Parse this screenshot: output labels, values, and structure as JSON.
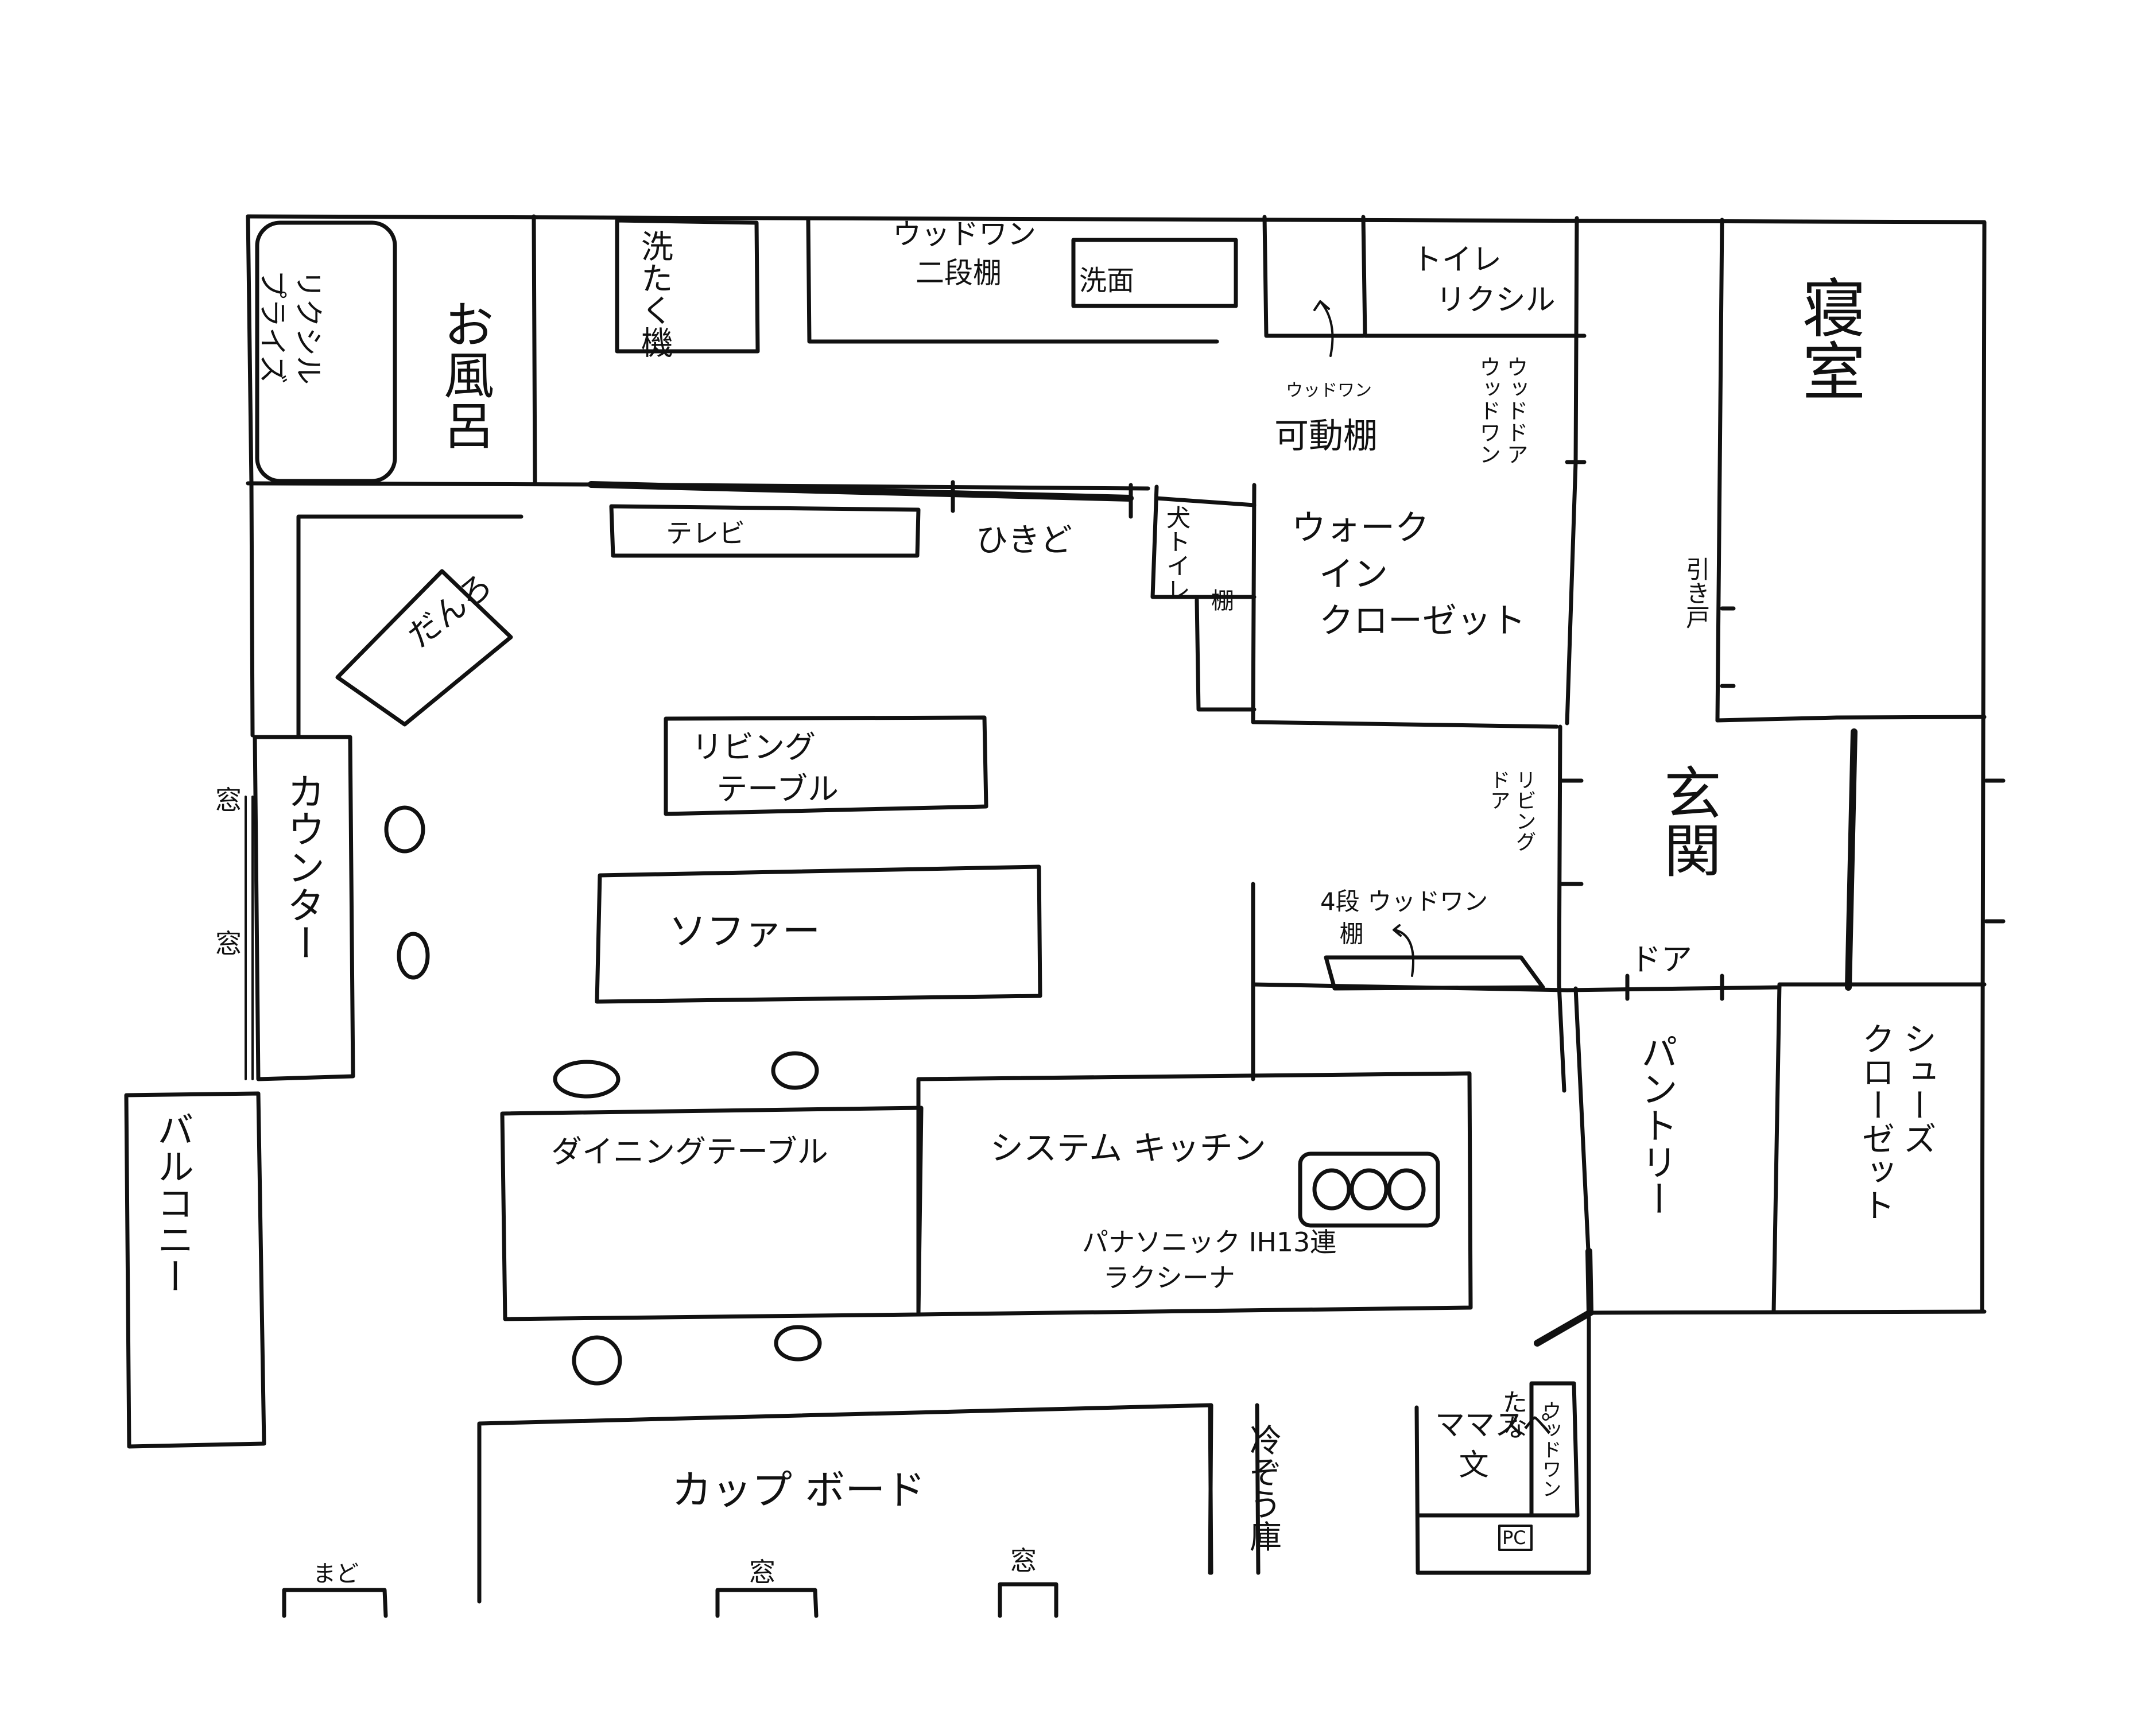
{
  "labels": {
    "lixil_bath": "リクシル\nプライズ",
    "ofuro": "お風呂",
    "sentakuki": "洗たく機",
    "wood_shelf_2": "ウッドワン\n二段棚",
    "senmen": "洗面",
    "toilet": "トイレ\nリクシル",
    "wood_small": "ウッドワン",
    "kado_tana": "可動棚",
    "wood_door_1": "ウッドドア\nウッドワン",
    "shinshitsu": "寝室",
    "tv": "テレビ",
    "hikido_1": "ひきど",
    "inu_toilet": "犬トイレ",
    "tana_1": "棚",
    "walkin": "ウォーク\nイン\nクローゼット",
    "hikido_2": "引き戸",
    "danro": "だんろ",
    "living_table": "リビング\nテーブル",
    "living_door": "リビング\nドア",
    "genkan": "玄関",
    "mado_1": "窓",
    "mado_2": "窓",
    "counter": "カウンター",
    "sofa": "ソファー",
    "yondan_tana": "4段 ウッドワン\n棚",
    "door_2": "ドア",
    "pantry": "パントリー",
    "shoes_closet": "シューズ\nクローゼット",
    "balcony": "バルコニー",
    "dining_table": "ダイニングテーブル",
    "system_kitchen": "システム キッチン",
    "panasonic": "パナソニック IH13連\nラクシーナ",
    "cupboard": "カップ ボード",
    "reizouko": "冷ぞう庫",
    "tana_2": "たな",
    "wood_small_2": "ウッドワン",
    "mama_desk": "ママスペ\n文",
    "pc": "PC",
    "mado_3": "まど",
    "mado_4": "窓",
    "mado_5": "窓"
  }
}
